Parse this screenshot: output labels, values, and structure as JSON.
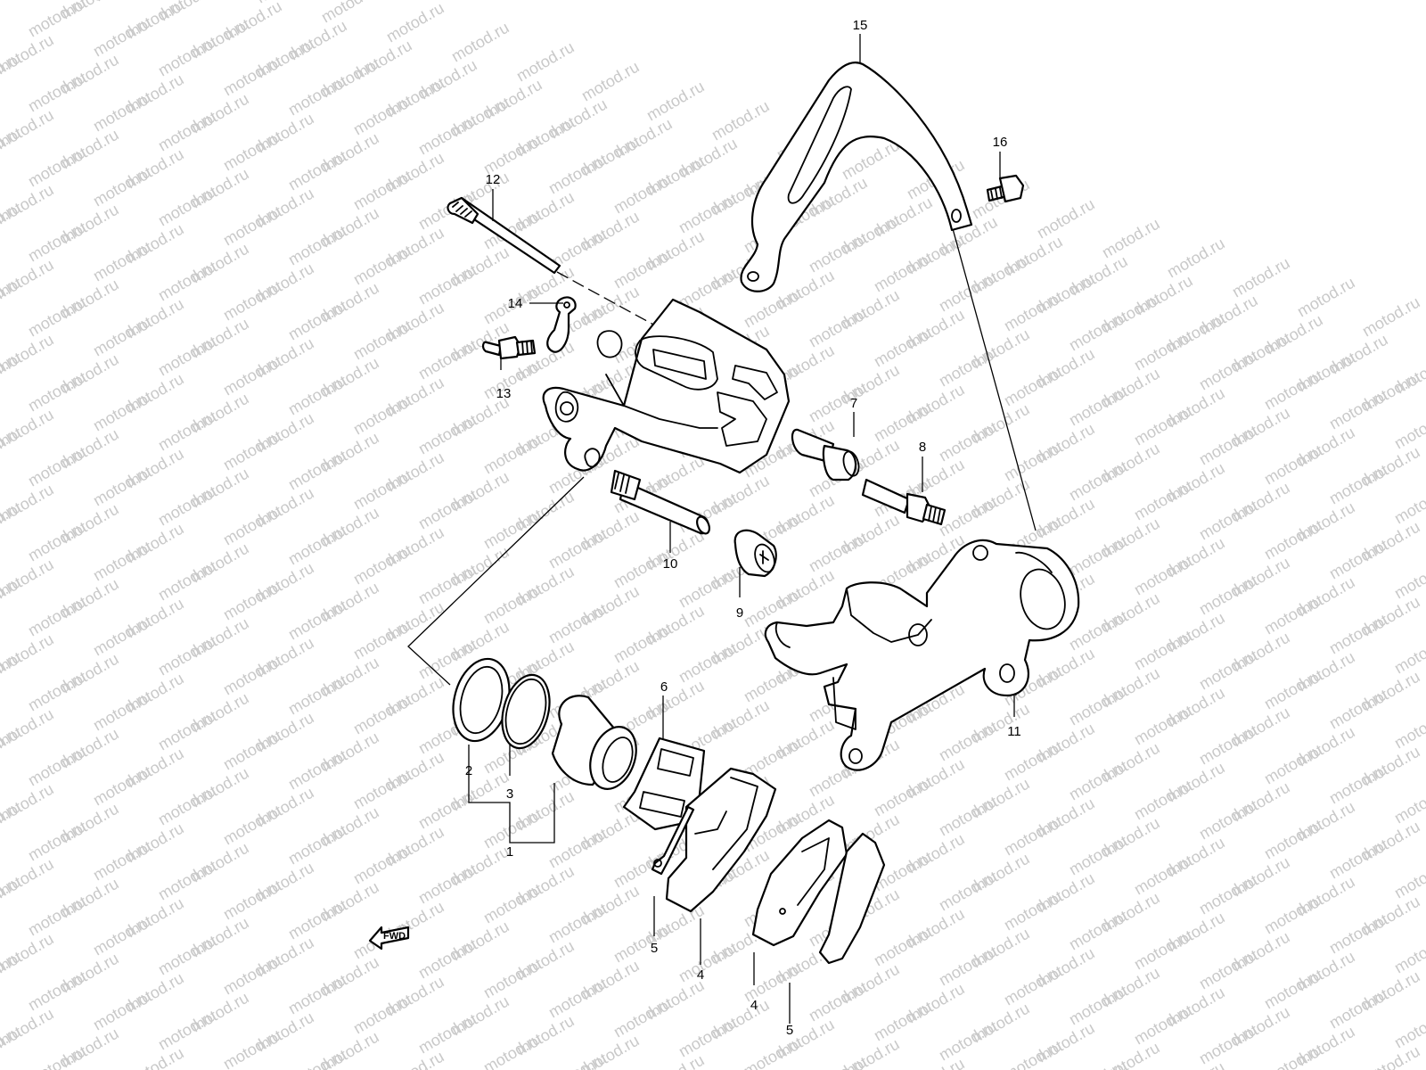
{
  "watermark": "motod.ru",
  "fwd_label": "FWD",
  "callouts": {
    "c1": "1",
    "c2": "2",
    "c3": "3",
    "c4a": "4",
    "c4b": "4",
    "c5a": "5",
    "c5b": "5",
    "c6": "6",
    "c7": "7",
    "c8": "8",
    "c9": "9",
    "c10": "10",
    "c11": "11",
    "c12": "12",
    "c13": "13",
    "c14": "14",
    "c15": "15",
    "c16": "16"
  }
}
